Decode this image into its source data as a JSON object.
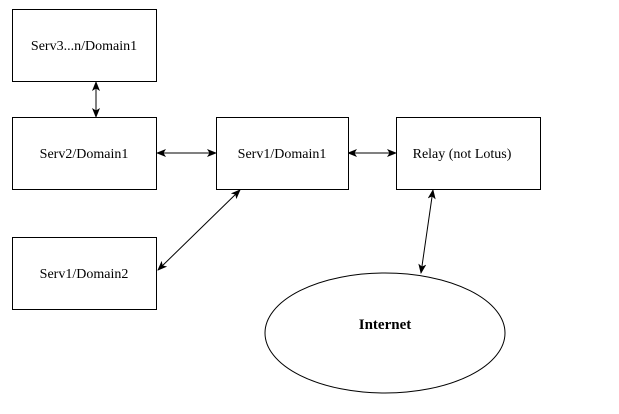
{
  "nodes": {
    "serv3_domain1": "Serv3...n/Domain1",
    "serv2_domain1": "Serv2/Domain1",
    "serv1_domain1": "Serv1/Domain1",
    "relay": "Relay (not Lotus)",
    "serv1_domain2": "Serv1/Domain2",
    "internet": "Internet"
  },
  "connections": [
    {
      "from": "serv3_domain1",
      "to": "serv2_domain1",
      "type": "bidirectional"
    },
    {
      "from": "serv2_domain1",
      "to": "serv1_domain1",
      "type": "bidirectional"
    },
    {
      "from": "serv1_domain1",
      "to": "relay",
      "type": "bidirectional"
    },
    {
      "from": "serv1_domain2",
      "to": "serv1_domain1",
      "type": "bidirectional"
    },
    {
      "from": "relay",
      "to": "internet",
      "type": "bidirectional"
    }
  ]
}
